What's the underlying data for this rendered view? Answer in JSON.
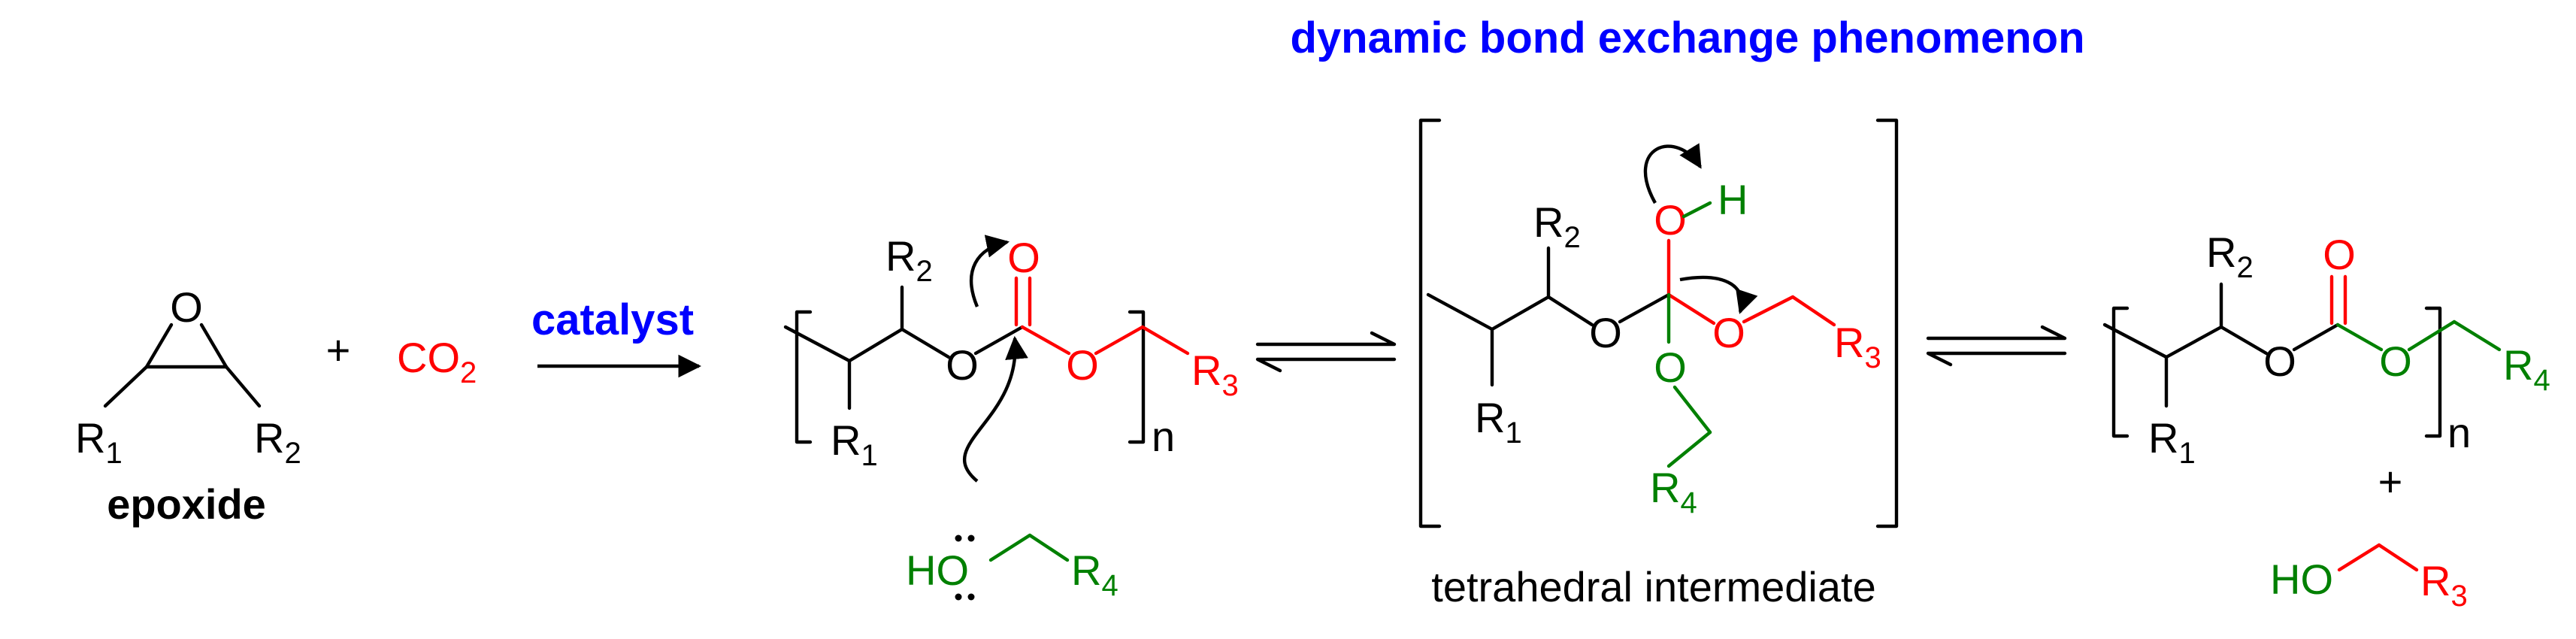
{
  "title": "dynamic bond exchange phenomenon",
  "arrow_label": "catalyst",
  "plus": "+",
  "epoxide": {
    "O": "O",
    "R1": "R",
    "R1_sub": "1",
    "R2": "R",
    "R2_sub": "2",
    "label": "epoxide"
  },
  "co2": {
    "text": "CO",
    "sub": "2"
  },
  "polymer": {
    "R2": "R",
    "R2_sub": "2",
    "R1": "R",
    "R1_sub": "1",
    "O_carbonyl": "O",
    "O_left": "O",
    "O_right": "O",
    "R3": "R",
    "R3_sub": "3",
    "n": "n"
  },
  "alcohol": {
    "HO": "HO",
    "R4": "R",
    "R4_sub": "4"
  },
  "intermediate": {
    "R2": "R",
    "R2_sub": "2",
    "R1": "R",
    "R1_sub": "1",
    "O_left": "O",
    "O_top": "O",
    "H": "H",
    "O_right": "O",
    "R3": "R",
    "R3_sub": "3",
    "O_bottom": "O",
    "R4": "R",
    "R4_sub": "4",
    "label": "tetrahedral intermediate"
  },
  "product": {
    "R2": "R",
    "R2_sub": "2",
    "R1": "R",
    "R1_sub": "1",
    "O_carbonyl": "O",
    "O_left": "O",
    "O_right": "O",
    "R4": "R",
    "R4_sub": "4",
    "n": "n"
  },
  "released_alcohol": {
    "HO": "HO",
    "R3": "R",
    "R3_sub": "3"
  },
  "colors": {
    "title": "#0000ff",
    "red": "#ff0000",
    "green": "#008000",
    "black": "#000000"
  }
}
